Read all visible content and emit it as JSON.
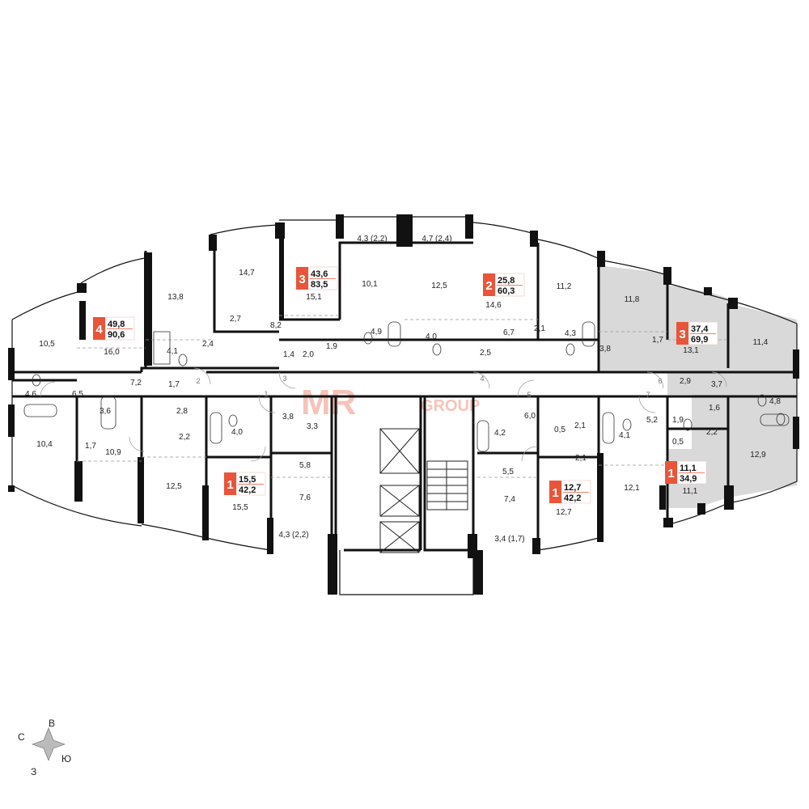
{
  "watermark": {
    "brand": "MR",
    "group": "GROUP",
    "color": "#e8553a"
  },
  "colors": {
    "accent": "#e8553a",
    "wall": "#111111",
    "highlight": "#d9d9d9"
  },
  "apartments": [
    {
      "rooms": "4",
      "living": "49,8",
      "total": "90,6",
      "highlighted": false
    },
    {
      "rooms": "3",
      "living": "43,6",
      "total": "83,5",
      "highlighted": false
    },
    {
      "rooms": "2",
      "living": "25,8",
      "total": "60,3",
      "highlighted": false
    },
    {
      "rooms": "3",
      "living": "37,4",
      "total": "69,9",
      "highlighted": true
    },
    {
      "rooms": "1",
      "living": "15,5",
      "total": "42,2",
      "highlighted": false
    },
    {
      "rooms": "1",
      "living": "12,7",
      "total": "42,2",
      "highlighted": false
    },
    {
      "rooms": "1",
      "living": "11,1",
      "total": "34,9",
      "highlighted": true
    }
  ],
  "rooms": [
    "10,5",
    "16,0",
    "4,6",
    "6,5",
    "7,2",
    "1,7",
    "10,4",
    "3,6",
    "1,7",
    "10,9",
    "2,8",
    "2,2",
    "12,5",
    "13,8",
    "14,7",
    "2,7",
    "4,1",
    "2,4",
    "8,2",
    "1,4",
    "2,0",
    "1,9",
    "4,3 (2,2)",
    "15,1",
    "10,1",
    "4,9",
    "4,7 (2,4)",
    "12,5",
    "14,6",
    "4,0",
    "6,7",
    "2,5",
    "11,2",
    "2,1",
    "4,3",
    "11,8",
    "3,8",
    "1,7",
    "13,1",
    "11,4",
    "2,9",
    "3,7",
    "4,8",
    "1,6",
    "2,2",
    "12,9",
    "3,8",
    "3,3",
    "4,0",
    "5,8",
    "15,5",
    "7,6",
    "4,3 (2,2)",
    "6,0",
    "4,2",
    "0,5",
    "2,1",
    "2,1",
    "5,5",
    "7,4",
    "12,7",
    "3,4 (1,7)",
    "5,2",
    "1,9",
    "4,1",
    "0,5",
    "12,1",
    "11,1"
  ],
  "doors": [
    "1",
    "2",
    "3",
    "4",
    "5",
    "6",
    "7"
  ],
  "compass": {
    "north": "В",
    "west": "С",
    "east": "Ю",
    "south": "З"
  }
}
